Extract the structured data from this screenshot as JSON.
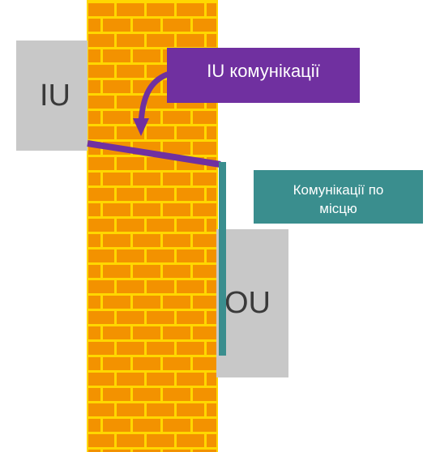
{
  "colors": {
    "brick": "#f39200",
    "mortar": "#ffd700",
    "unit_gray": "#c8c8c8",
    "iu_communications": "#7030a0",
    "site_communications": "#3a8e8e"
  },
  "indoor_unit": {
    "label": "IU"
  },
  "outdoor_unit": {
    "label": "OU"
  },
  "iu_callout": {
    "label": "IU комунікації"
  },
  "site_callout": {
    "line1": "Комунікації по",
    "line2": "місцю"
  },
  "icons": {
    "arrow": "curved-arrow-icon"
  }
}
